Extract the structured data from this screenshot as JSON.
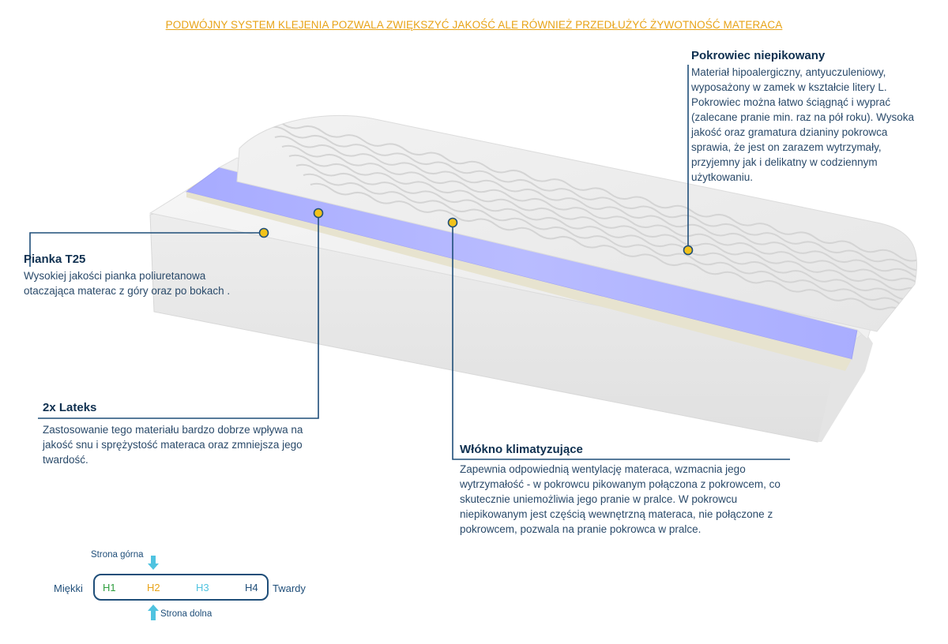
{
  "header": "PODWÓJNY SYSTEM KLEJENIA POZWALA ZWIĘKSZYĆ JAKOŚĆ ALE RÓWNIEŻ PRZEDŁUŻYĆ ŻYWOTNOŚĆ MATERACA",
  "pokrowiec": {
    "title": "Pokrowiec  niepikowany",
    "text": "Materiał hipoalergiczny, antyuczuleniowy, wyposażony w zamek w kształcie litery L. Pokrowiec można łatwo ściągnąć i wyprać (zalecane pranie min.  raz na pół roku). Wysoka jakość oraz gramatura dzianiny pokrowca sprawia, że jest on zarazem wytrzymały, przyjemny jak i delikatny w codziennym użytkowaniu."
  },
  "pianka": {
    "title": "Pianka T25",
    "text": "Wysokiej jakości pianka poliuretanowa otaczająca materac z góry oraz po bokach ."
  },
  "lateks": {
    "title": "2x Lateks",
    "text": "Zastosowanie tego materiału bardzo dobrze wpływa na jakość snu i sprężystość materaca oraz zmniejsza jego twardość."
  },
  "wlokno": {
    "title": "Włókno klimatyzujące",
    "text": "Zapewnia odpowiednią wentylację materaca, wzmacnia jego wytrzymałość - w pokrowcu pikowanym połączona z pokrowcem, co skutecznie uniemożliwia jego pranie w pralce. W pokrowcu niepikowanym jest częścią wewnętrzną materaca, nie połączone z pokrowcem, pozwala na pranie pokrowca w pralce."
  },
  "hardness": {
    "top_side": "Strona górna",
    "bottom_side": "Strona dolna",
    "soft": "Miękki",
    "hard": "Twardy",
    "levels": [
      "H1",
      "H2",
      "H3",
      "H4"
    ],
    "level_colors": [
      "#2e9e3e",
      "#e8a317",
      "#4fc3e0",
      "#1f4e79"
    ],
    "selected_top": "H2",
    "selected_bottom": "H2"
  },
  "colors": {
    "accent": "#e8a317",
    "line": "#1f4e79",
    "arrow": "#4fc3e0",
    "band": "#b3b6ff"
  }
}
